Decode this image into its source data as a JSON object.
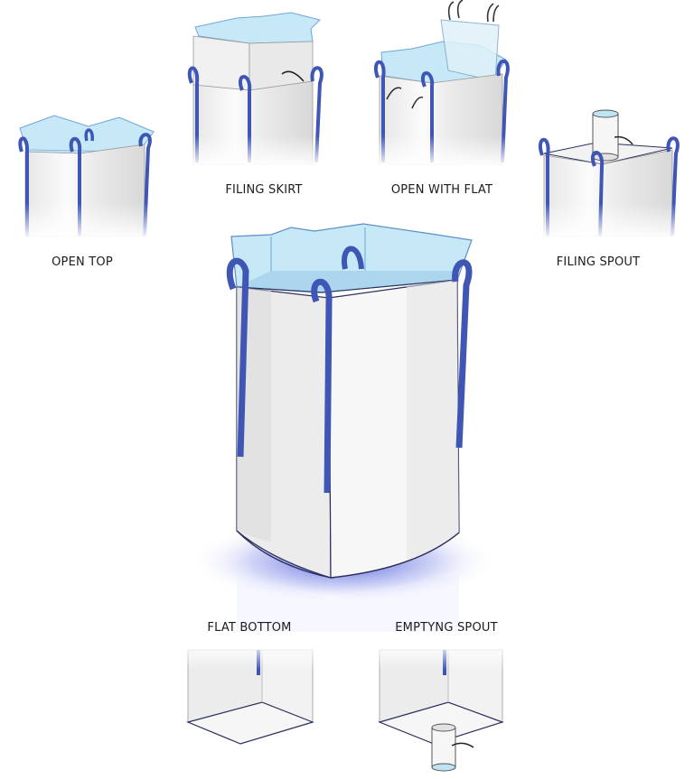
{
  "labels": {
    "open_top": "OPEN TOP",
    "filing_skirt": "FILING SKIRT",
    "open_with_flat": "OPEN WITH FLAT",
    "filing_spout": "FILING SPOUT",
    "flat_bottom": "FLAT BOTTOM",
    "emptying_spout": "EMPTYNG SPOUT"
  },
  "colors": {
    "loop": "#3f56b5",
    "loop_dark": "#26307a",
    "top_fill": "#bfe3f3",
    "top_edge": "#6fa6d6",
    "bag_body": "#f4f4f4",
    "bag_shadow": "#d9d9d9",
    "outline": "#2b2f5e",
    "glow": "#2233cc"
  }
}
